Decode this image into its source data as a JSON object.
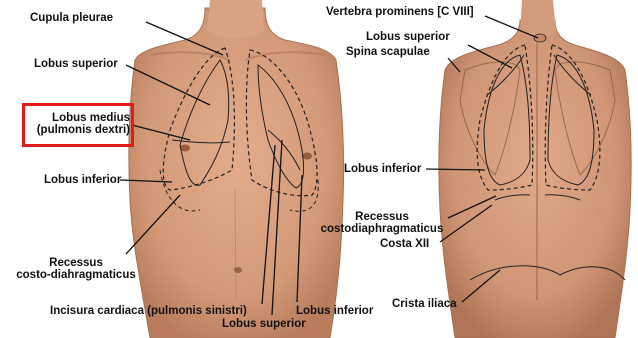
{
  "figure": {
    "views": [
      "anterior-torso-view",
      "posterior-torso-view"
    ],
    "skin_color": "#d9a07f",
    "skin_shadow": "#b57a5a",
    "highlight_color": "#e01b1b",
    "line_color": "#1a1a1a"
  },
  "labels": {
    "cupula_pleurae": "Cupula pleurae",
    "lobus_superior_front": "Lobus superior",
    "lobus_medius_line1": "Lobus medius",
    "lobus_medius_line2": "(pulmonis dextri)",
    "lobus_inferior_front": "Lobus inferior",
    "recessus_front_line1": "Recessus",
    "recessus_front_line2": "costo-diahragmaticus",
    "incisura_cardiaca": "Incisura cardiaca (pulmonis sinistri)",
    "lobus_superior_bottom": "Lobus superior",
    "lobus_inferior_bottom": "Lobus inferior",
    "vertebra_prominens": "Vertebra prominens [C VIII]",
    "lobus_superior_back": "Lobus superior",
    "spina_scapulae": "Spina scapulae",
    "lobus_inferior_back": "Lobus inferior",
    "recessus_back_line1": "Recessus",
    "recessus_back_line2": "costodiaphragmaticus",
    "costa_xii": "Costa XII",
    "crista_iliaca": "Crista iliaca"
  }
}
